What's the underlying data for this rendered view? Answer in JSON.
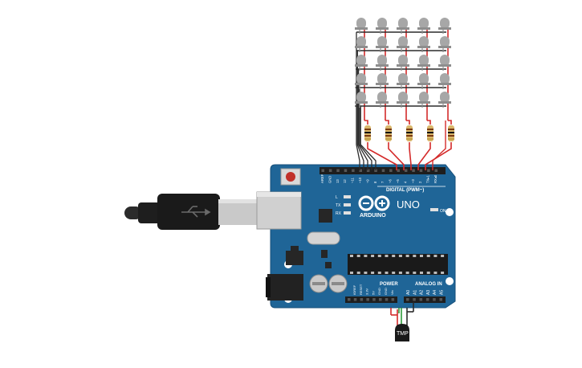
{
  "board": {
    "brand": "ARDUINO",
    "model": "UNO",
    "on_label": "ON",
    "digital_label": "DIGITAL (PWM~)",
    "power_label": "POWER",
    "analog_label": "ANALOG IN",
    "led_labels": [
      "L",
      "TX",
      "RX"
    ],
    "digital_pins": [
      "AREF",
      "GND",
      "13",
      "12",
      "~11",
      "~10",
      "~9",
      "8",
      "7",
      "~6",
      "~5",
      "4",
      "~3",
      "2",
      "TX▸1",
      "RX◂0"
    ],
    "power_pins": [
      "IOREF",
      "RESET",
      "3.3V",
      "5V",
      "GND",
      "GND",
      "Vin"
    ],
    "analog_pins": [
      "A0",
      "A1",
      "A2",
      "A3",
      "A4",
      "A5"
    ]
  },
  "sensor": {
    "label": "TMP"
  },
  "led_matrix": {
    "rows": 5,
    "cols": 5
  },
  "colors": {
    "board": "#1f6597",
    "board_edge": "#174f7a",
    "wire_red": "#d42a2a",
    "wire_black": "#2b2b2b",
    "wire_green": "#2e9b3a",
    "led_body": "#a7a7a7",
    "header": "#1e1e1e",
    "usb": "#cfcfcf"
  }
}
